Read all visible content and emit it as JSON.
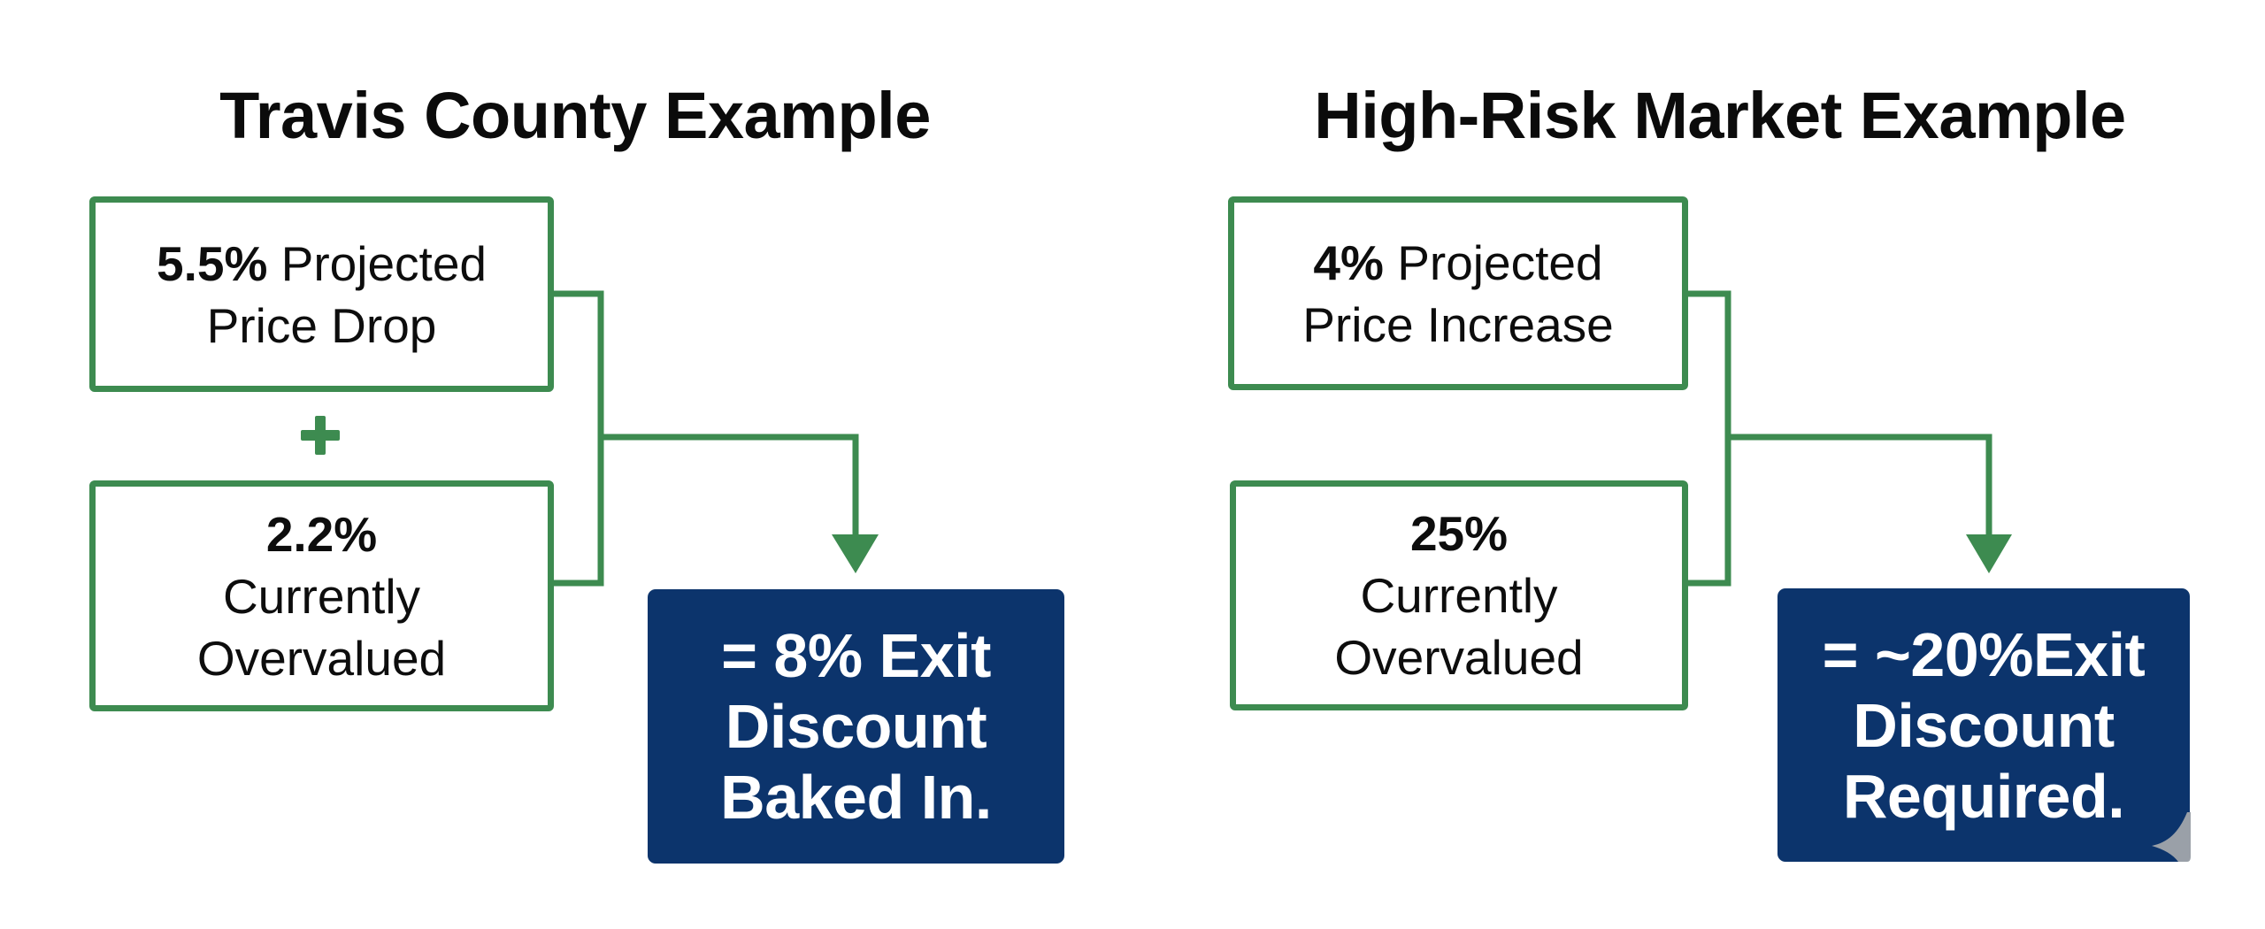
{
  "colors": {
    "connector_green": "#3d8b50",
    "result_navy": "#0c346c",
    "text_dark": "#0d0d0d",
    "background": "#ffffff"
  },
  "panels": [
    {
      "title": "Travis County Example",
      "inputs": [
        {
          "value": "5.5%",
          "lines": [
            "Projected",
            "Price Drop"
          ],
          "line1_suffix": " Projected",
          "line2": "Price Drop"
        },
        {
          "value": "2.2%",
          "lines": [
            "Currently",
            "Overvalued"
          ],
          "line2": "Currently",
          "line3": "Overvalued"
        }
      ],
      "operator": "+",
      "operator_icon": "plus-icon",
      "result": {
        "line1": "= 8% Exit",
        "line2": "Discount",
        "line3": "Baked In."
      }
    },
    {
      "title": "High-Risk Market Example",
      "inputs": [
        {
          "value": "4%",
          "lines": [
            "Projected",
            "Price Increase"
          ],
          "line1_suffix": " Projected",
          "line2": "Price Increase"
        },
        {
          "value": "25%",
          "lines": [
            "Currently",
            "Overvalued"
          ],
          "line2": "Currently",
          "line3": "Overvalued"
        }
      ],
      "result": {
        "line1": "= ~20%Exit",
        "line2": "Discount",
        "line3": "Required."
      }
    }
  ],
  "icons": {
    "arrow": "arrow-down-icon",
    "connector": "bracket-connector",
    "plus": "plus-icon",
    "page_curl": "page-curl-icon"
  }
}
